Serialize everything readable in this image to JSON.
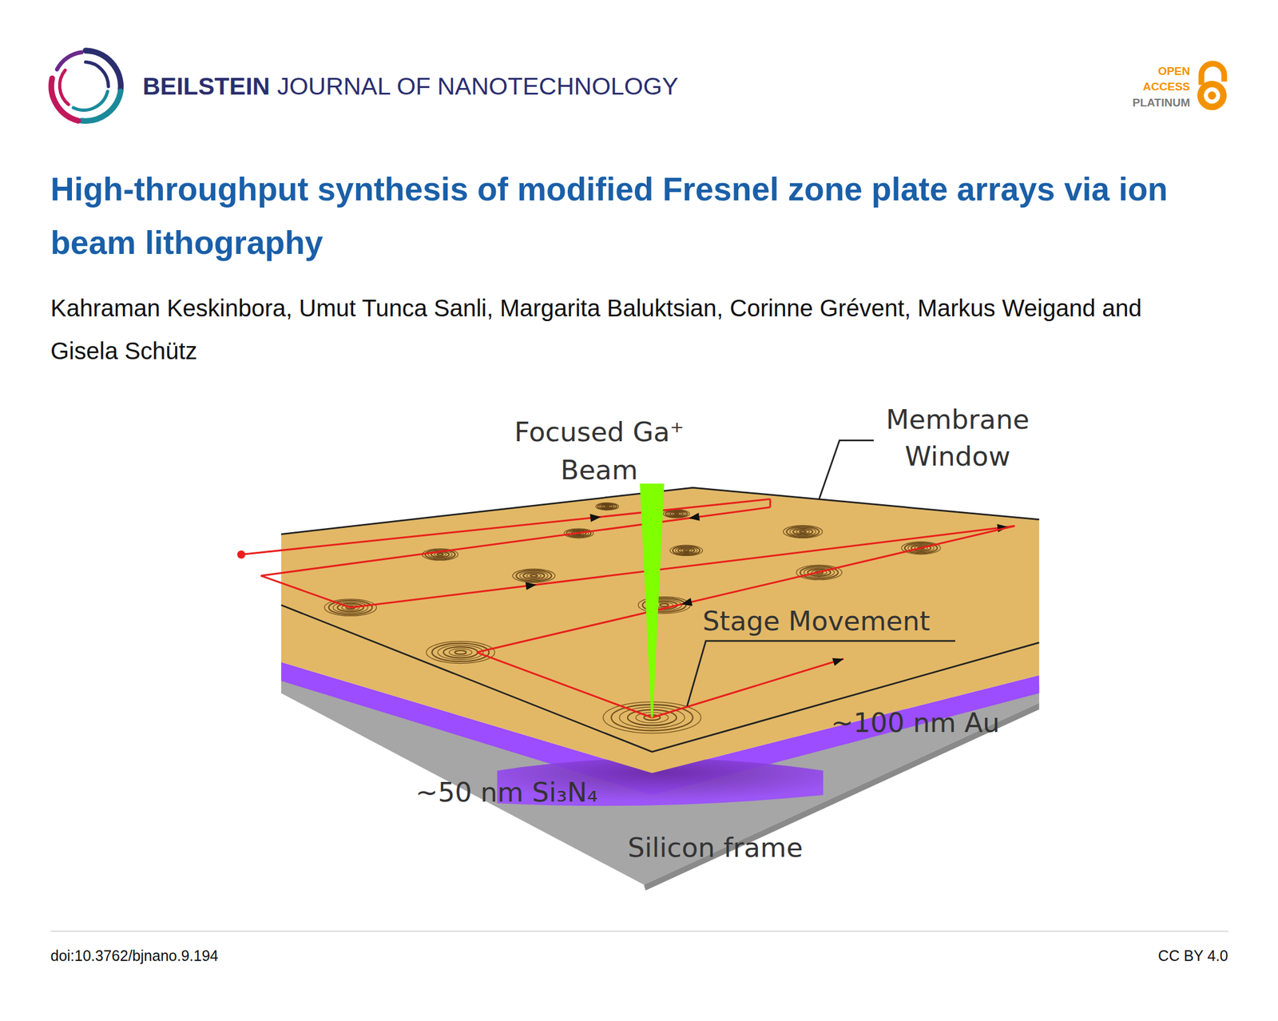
{
  "diagram": {
    "title": "High-throughput synthesis of modified Fresnel zone plate arrays via ion beam lithography",
    "labels": [
      "BEILSTEIN",
      "JOURNAL OF NANOTECHNOLOGY",
      "OPEN",
      "ACCESS",
      "PLATINUM",
      "Kahraman Keskinbora, Umut Tunca Sanli, Margarita Baluktsian, Corinne Grévent, Markus Weigand and Gisela Schütz",
      "Focused Ga⁺ Beam",
      "Membrane Window",
      "Stage Movement",
      "~100 nm Au",
      "~50 nm Si₃N₄",
      "Silicon frame",
      "doi:10.3762/bjnano.9.194",
      "CC BY 4.0"
    ]
  }
}
